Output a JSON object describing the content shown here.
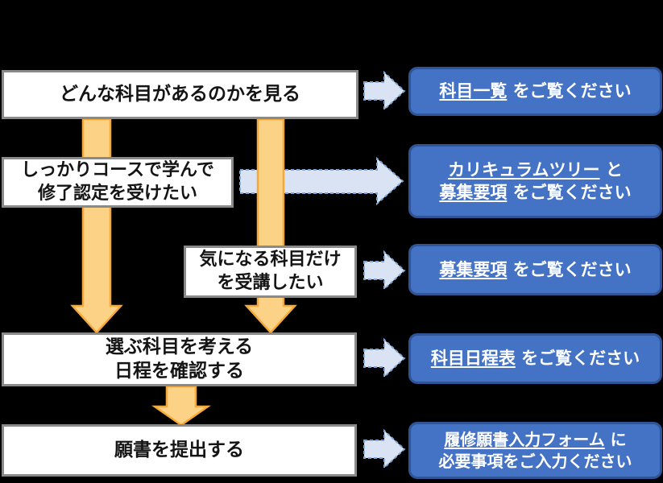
{
  "colors": {
    "background": "#000000",
    "step_box_fill": "#ffffff",
    "step_box_border": "#8a8a8a",
    "step_text": "#141414",
    "action_box_fill": "#4472c4",
    "action_box_border": "#2f5597",
    "action_text": "#ffffff",
    "down_arrow_fill": "#fcd287",
    "down_arrow_border": "#f5a93b",
    "right_arrow_fill": "#dae3f3",
    "right_arrow_border": "#7da7d8"
  },
  "flow": {
    "steps": [
      {
        "line1": "どんな科目があるのかを見る"
      },
      {
        "line1": "しっかりコースで学んで",
        "line2": "修了認定を受けたい"
      },
      {
        "line1": "気になる科目だけ",
        "line2": "を受講したい"
      },
      {
        "line1": "選ぶ科目を考える",
        "line2": "日程を確認する"
      },
      {
        "line1": "願書を提出する"
      }
    ],
    "actions": [
      {
        "link": "科目一覧",
        "suffix": " をご覧ください"
      },
      {
        "link1": "カリキュラムツリー",
        "mid1": " と",
        "link2": "募集要項",
        "suffix2": " をご覧ください"
      },
      {
        "link": "募集要項",
        "suffix": " をご覧ください"
      },
      {
        "link": "科目日程表",
        "suffix": " をご覧ください"
      },
      {
        "link": "履修願書入力フォーム",
        "suffix": " に",
        "line2": "必要事項をご入力ください"
      }
    ],
    "icons": {
      "down_arrow": "down-arrow",
      "right_arrow": "right-arrow"
    }
  }
}
